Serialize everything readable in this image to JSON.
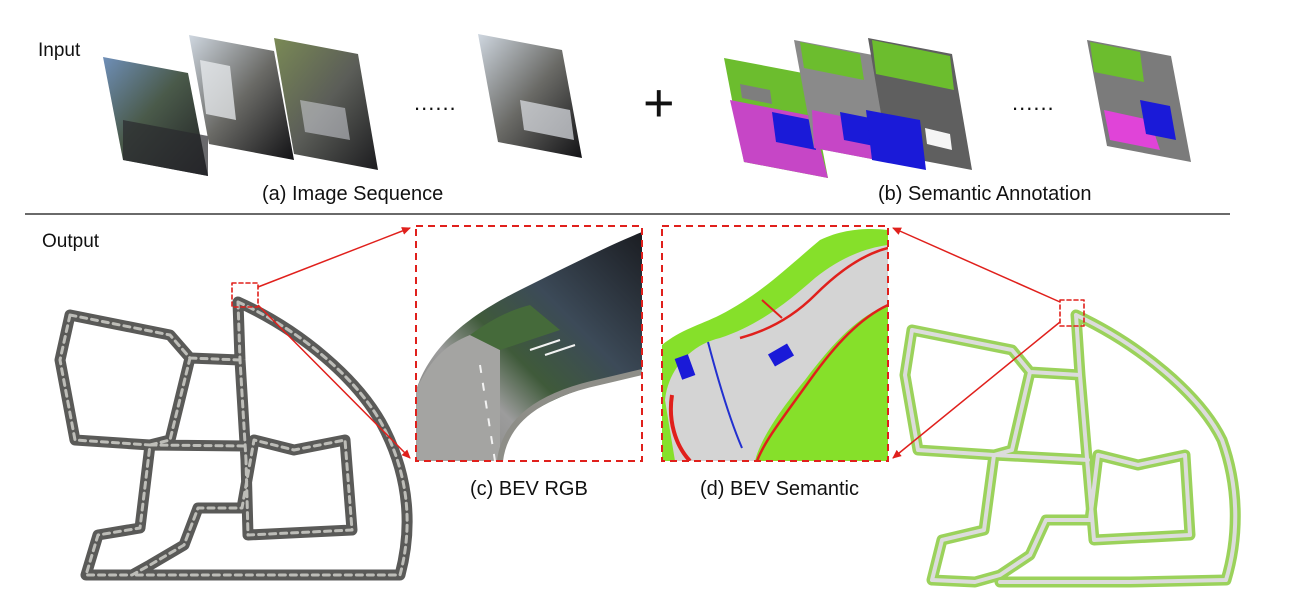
{
  "labels": {
    "input": "Input",
    "output": "Output",
    "plus": "+",
    "ellipsis": "......"
  },
  "captions": {
    "a": "(a) Image Sequence",
    "b": "(b) Semantic Annotation",
    "c": "(c) BEV RGB",
    "d": "(d) BEV Semantic"
  },
  "colors": {
    "zoom_box": "#e0201c",
    "road": "#d4d4d4",
    "vegetation": "#86e02a",
    "car": "#1a1ad8",
    "curb_red": "#e0201c",
    "lane_blue": "#2230d0",
    "rgb_map_dark": "#3a3a3a",
    "semantic_tint": "#9bd25b"
  }
}
